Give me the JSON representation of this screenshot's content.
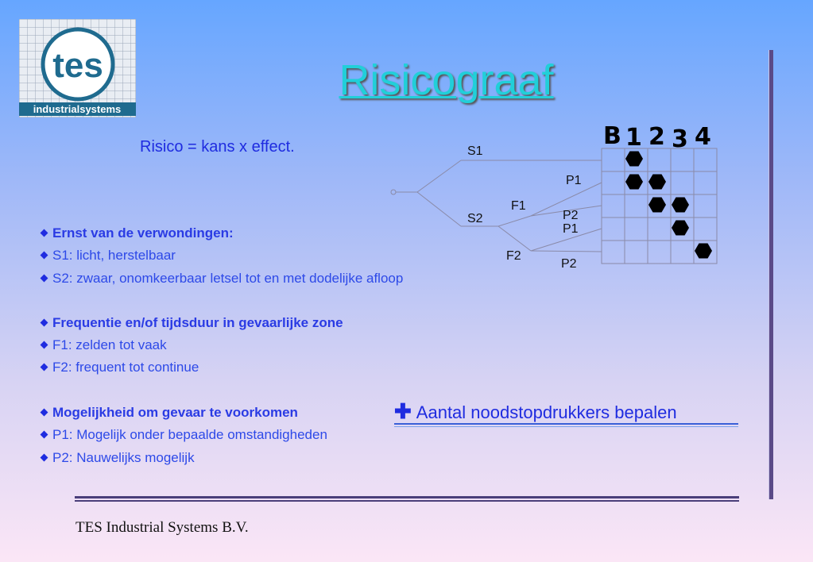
{
  "logo": {
    "text": "tes",
    "banner": "industrialsystems"
  },
  "title": "Risicograaf",
  "formula": "Risico = kans x effect.",
  "bullets": [
    {
      "text": "Ernst van de verwondingen:",
      "bold": true
    },
    {
      "text": "S1: licht, herstelbaar",
      "bold": false
    },
    {
      "text": "S2: zwaar, onomkeerbaar letsel tot en met dodelijke afloop",
      "bold": false
    },
    {
      "text": "Frequentie en/of tijdsduur in gevaarlijke zone",
      "bold": true
    },
    {
      "text": "F1: zelden tot vaak",
      "bold": false
    },
    {
      "text": "F2: frequent tot continue",
      "bold": false
    },
    {
      "text": "Mogelijkheid om gevaar te voorkomen",
      "bold": true
    },
    {
      "text": "P1: Mogelijk onder bepaalde omstandigheden",
      "bold": false
    },
    {
      "text": "P2: Nauwelijks mogelijk",
      "bold": false
    }
  ],
  "graph": {
    "header": [
      "B",
      "1",
      "2",
      "3",
      "4"
    ],
    "branch_labels": {
      "s1": "S1",
      "s2": "S2",
      "f1": "F1",
      "f2": "F2",
      "p1_upper": "P1",
      "p2_upper": "P2",
      "p1_lower": "P1",
      "p2_lower": "P2"
    },
    "rows": [
      {
        "path": "S1",
        "filled": [
          0
        ]
      },
      {
        "path": "S2 F1 P1",
        "filled": [
          0,
          1
        ]
      },
      {
        "path": "S2 F1 P2",
        "filled": [
          1,
          2
        ]
      },
      {
        "path": "S2 F2 P1",
        "filled": [
          2
        ]
      },
      {
        "path": "S2 F2 P2",
        "filled": [
          3
        ]
      }
    ]
  },
  "action": {
    "icon": "plus-icon",
    "text": "Aantal noodstopdrukkers bepalen"
  },
  "footer": "TES Industrial Systems B.V."
}
